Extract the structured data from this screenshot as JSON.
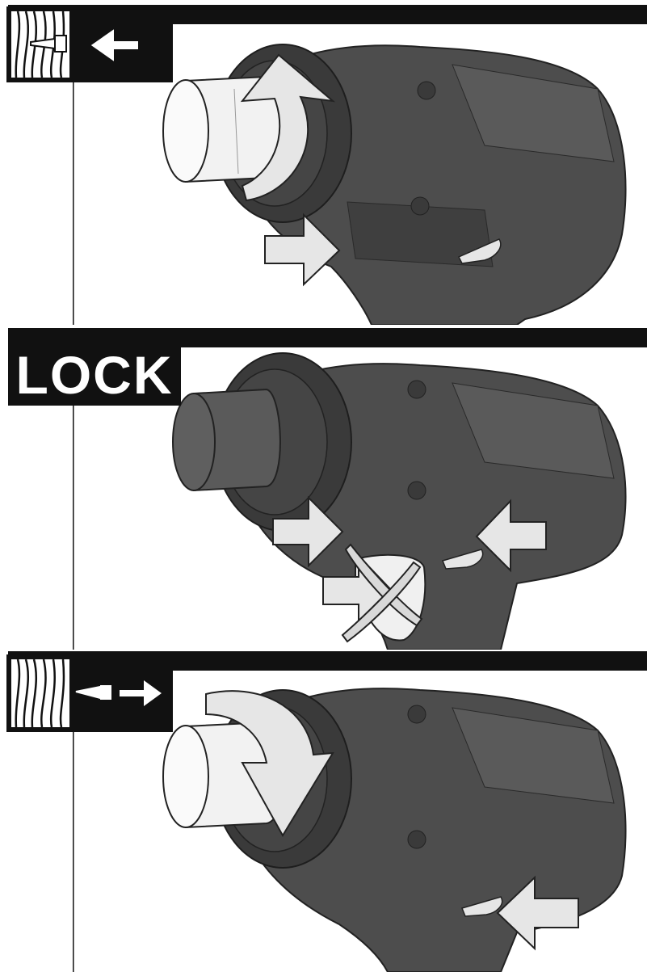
{
  "panels": [
    {
      "id": "tighten",
      "icon": "screw-into-wood-left-arrow-icon"
    },
    {
      "id": "lock",
      "label": "LOCK"
    },
    {
      "id": "loosen",
      "icon": "screw-out-of-wood-right-arrow-icon"
    }
  ],
  "colors": {
    "tool_body": "#4d4d4d",
    "tool_shade": "#3a3a3a",
    "bit": "#f2f2f2",
    "arrow_fill": "#e6e6e6",
    "header_bar": "#111111"
  }
}
